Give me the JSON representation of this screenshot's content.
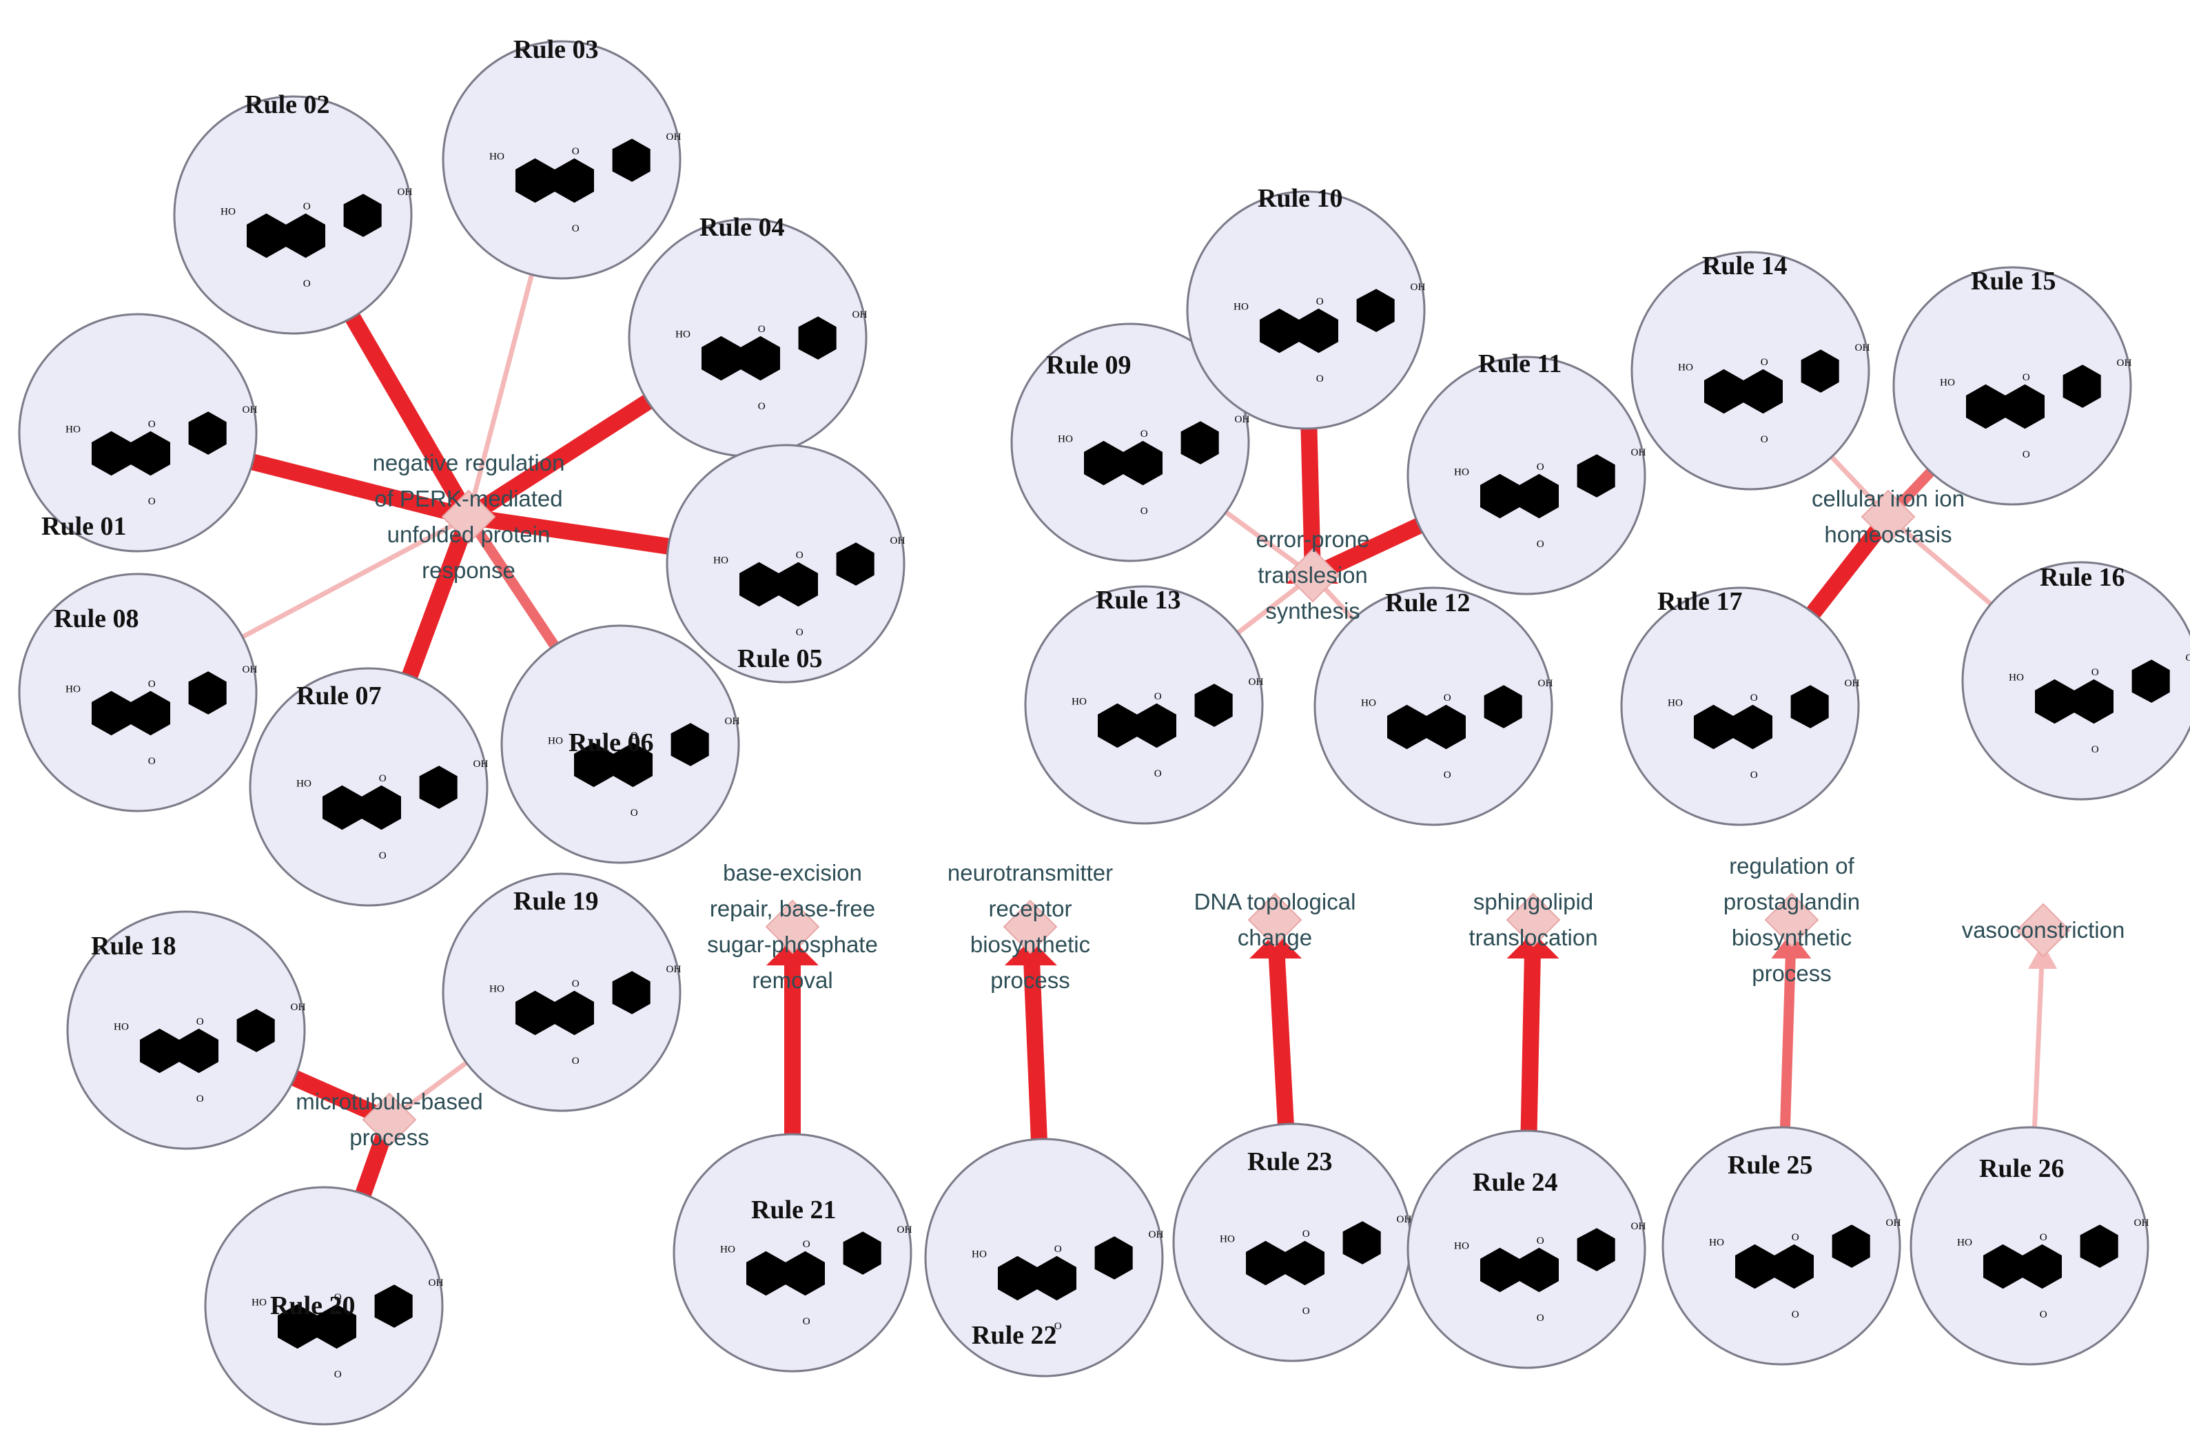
{
  "terms": [
    {
      "id": "perk",
      "lines": [
        "negative regulation",
        "of PERK-mediated",
        "unfolded protein",
        "response"
      ]
    },
    {
      "id": "tls",
      "lines": [
        "error-prone",
        "translesion",
        "synthesis"
      ]
    },
    {
      "id": "iron",
      "lines": [
        "cellular iron ion",
        "homeostasis"
      ]
    },
    {
      "id": "microtubule",
      "lines": [
        "microtubule-based",
        "process"
      ]
    },
    {
      "id": "ber",
      "lines": [
        "base-excision",
        "repair, base-free",
        "sugar-phosphate",
        "removal"
      ]
    },
    {
      "id": "neuro",
      "lines": [
        "neurotransmitter",
        "receptor",
        "biosynthetic",
        "process"
      ]
    },
    {
      "id": "dna",
      "lines": [
        "DNA topological",
        "change"
      ]
    },
    {
      "id": "sphingo",
      "lines": [
        "sphingolipid",
        "translocation"
      ]
    },
    {
      "id": "prosta",
      "lines": [
        "regulation of",
        "prostaglandin",
        "biosynthetic",
        "process"
      ]
    },
    {
      "id": "vaso",
      "lines": [
        "vasoconstriction"
      ]
    }
  ],
  "rules": [
    {
      "label": "Rule 01",
      "term": "perk",
      "strength": "strong"
    },
    {
      "label": "Rule 02",
      "term": "perk",
      "strength": "strong"
    },
    {
      "label": "Rule 03",
      "term": "perk",
      "strength": "weak"
    },
    {
      "label": "Rule 04",
      "term": "perk",
      "strength": "strong"
    },
    {
      "label": "Rule 05",
      "term": "perk",
      "strength": "strong"
    },
    {
      "label": "Rule 06",
      "term": "perk",
      "strength": "medium"
    },
    {
      "label": "Rule 07",
      "term": "perk",
      "strength": "strong"
    },
    {
      "label": "Rule 08",
      "term": "perk",
      "strength": "weak"
    },
    {
      "label": "Rule 09",
      "term": "tls",
      "strength": "weak"
    },
    {
      "label": "Rule 10",
      "term": "tls",
      "strength": "strong"
    },
    {
      "label": "Rule 11",
      "term": "tls",
      "strength": "strong"
    },
    {
      "label": "Rule 12",
      "term": "tls",
      "strength": "weak"
    },
    {
      "label": "Rule 13",
      "term": "tls",
      "strength": "weak"
    },
    {
      "label": "Rule 14",
      "term": "iron",
      "strength": "weak"
    },
    {
      "label": "Rule 15",
      "term": "iron",
      "strength": "medium"
    },
    {
      "label": "Rule 16",
      "term": "iron",
      "strength": "weak"
    },
    {
      "label": "Rule 17",
      "term": "iron",
      "strength": "strong"
    },
    {
      "label": "Rule 18",
      "term": "microtubule",
      "strength": "strong"
    },
    {
      "label": "Rule 19",
      "term": "microtubule",
      "strength": "weak"
    },
    {
      "label": "Rule 20",
      "term": "microtubule",
      "strength": "strong"
    },
    {
      "label": "Rule 21",
      "term": "ber",
      "strength": "strong"
    },
    {
      "label": "Rule 22",
      "term": "neuro",
      "strength": "strong"
    },
    {
      "label": "Rule 23",
      "term": "dna",
      "strength": "strong"
    },
    {
      "label": "Rule 24",
      "term": "sphingo",
      "strength": "strong"
    },
    {
      "label": "Rule 25",
      "term": "prosta",
      "strength": "medium"
    },
    {
      "label": "Rule 26",
      "term": "vaso",
      "strength": "weak"
    }
  ],
  "colors": {
    "strong": "#e8242a",
    "medium": "#ee6a6c",
    "weak": "#f4b8b8",
    "node_fill": "#ebebf7",
    "term_diamond": "#f3c6c6",
    "term_text": "#2d4d55"
  }
}
